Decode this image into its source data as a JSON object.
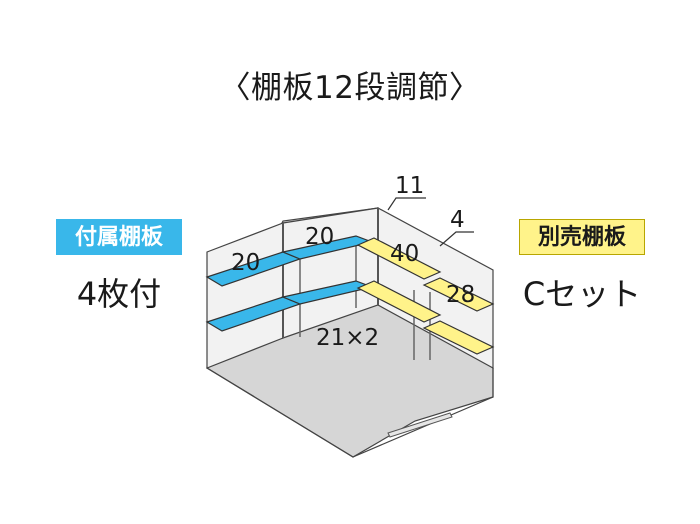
{
  "title": "〈棚板12段調節〉",
  "included": {
    "badge": "付属棚板",
    "count": "4枚付"
  },
  "optional": {
    "badge": "別売棚板",
    "set": "Cセット"
  },
  "labels": {
    "l20a": "20",
    "l20b": "20",
    "l11": "11",
    "l4": "4",
    "l40": "40",
    "l28": "28",
    "l21x2": "21×2"
  },
  "colors": {
    "included_shelf": "#39b7ea",
    "optional_shelf": "#fff38a",
    "room_wall": "#f2f2f2",
    "floor": "#d6d6d6"
  }
}
